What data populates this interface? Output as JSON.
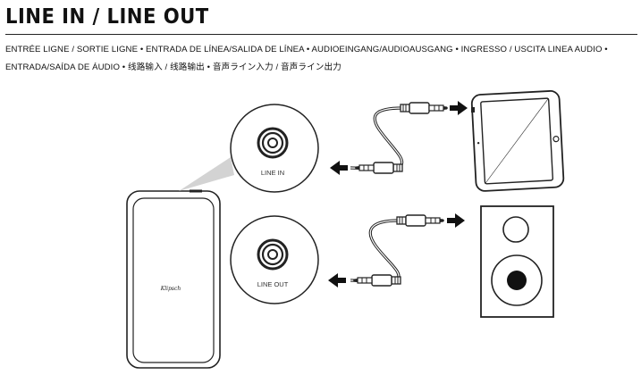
{
  "heading": {
    "title": "LINE IN / LINE OUT",
    "subtitle_line1": "ENTRÉE LIGNE / SORTIE LIGNE  •  ENTRADA DE LÍNEA/SALIDA DE LÍNEA  • AUDIOEINGANG/AUDIOAUSGANG  •  INGRESSO / USCITA LINEA AUDIO  •",
    "subtitle_line2": "ENTRADA/SAÍDA DE ÁUDIO  •  线路输入 / 线路输出  •  音声ライン入力 / 音声ライン出力"
  },
  "diagram": {
    "line_in_label": "LINE IN",
    "line_out_label": "LINE OUT",
    "speaker_logo": "Klipsch"
  }
}
